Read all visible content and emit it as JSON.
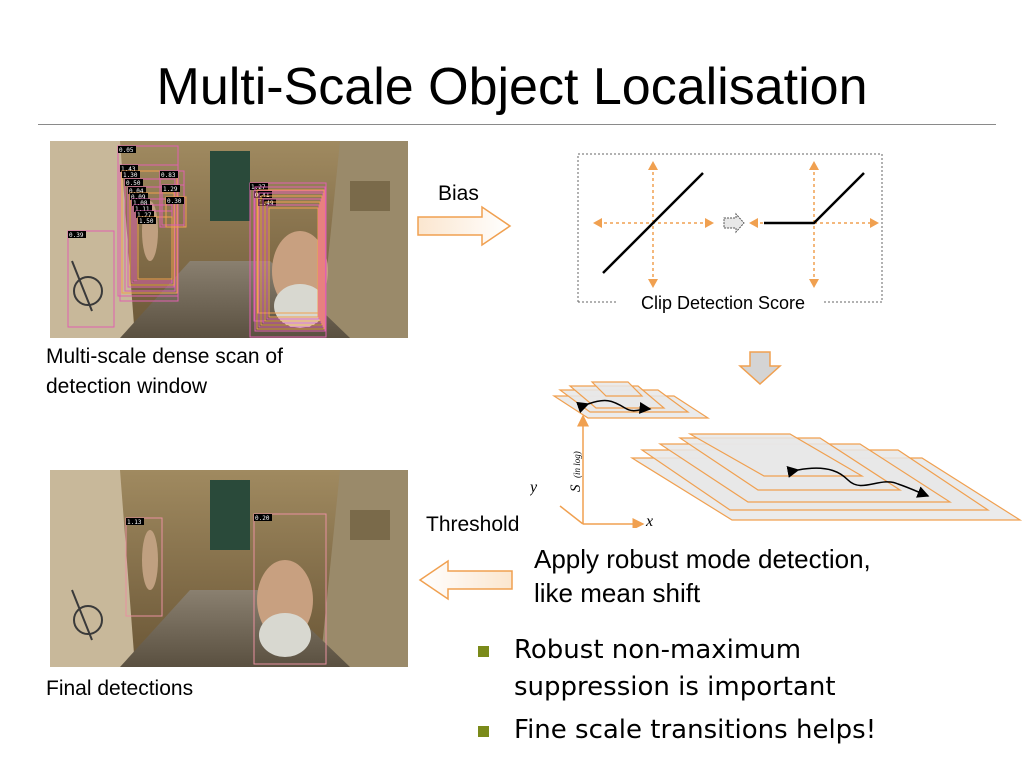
{
  "slide": {
    "title": "Multi-Scale Object Localisation"
  },
  "panels": {
    "scan_caption_line1": "Multi-scale dense scan of",
    "scan_caption_line2": "detection window",
    "final_caption": "Final detections"
  },
  "labels": {
    "bias": "Bias",
    "clip_detection_score": "Clip Detection Score",
    "threshold": "Threshold",
    "mode_line1": "Apply robust mode detection,",
    "mode_line2": "like mean shift"
  },
  "axes": {
    "x": "x",
    "y": "y",
    "s": "S",
    "s_note": "(in log)"
  },
  "scan_scores": [
    "0.05",
    "1.43",
    "1.30",
    "0.50",
    "0.04",
    "0.09",
    "1.08",
    "1.11",
    "1.27",
    "1.50",
    "0.83",
    "1.29",
    "0.30",
    "0.39",
    "1.27",
    "0.41",
    "1.49"
  ],
  "final_scores": [
    "1.13",
    "0.20"
  ],
  "bullets": [
    {
      "line1": "Robust non-maximum",
      "line2": "suppression is important"
    },
    {
      "line1": "Fine scale transitions helps!"
    }
  ],
  "colors": {
    "orange": "#f0a050",
    "box_pink": "#e060b0",
    "box_final": "#e890a0",
    "bullet": "#7a8a1a"
  }
}
